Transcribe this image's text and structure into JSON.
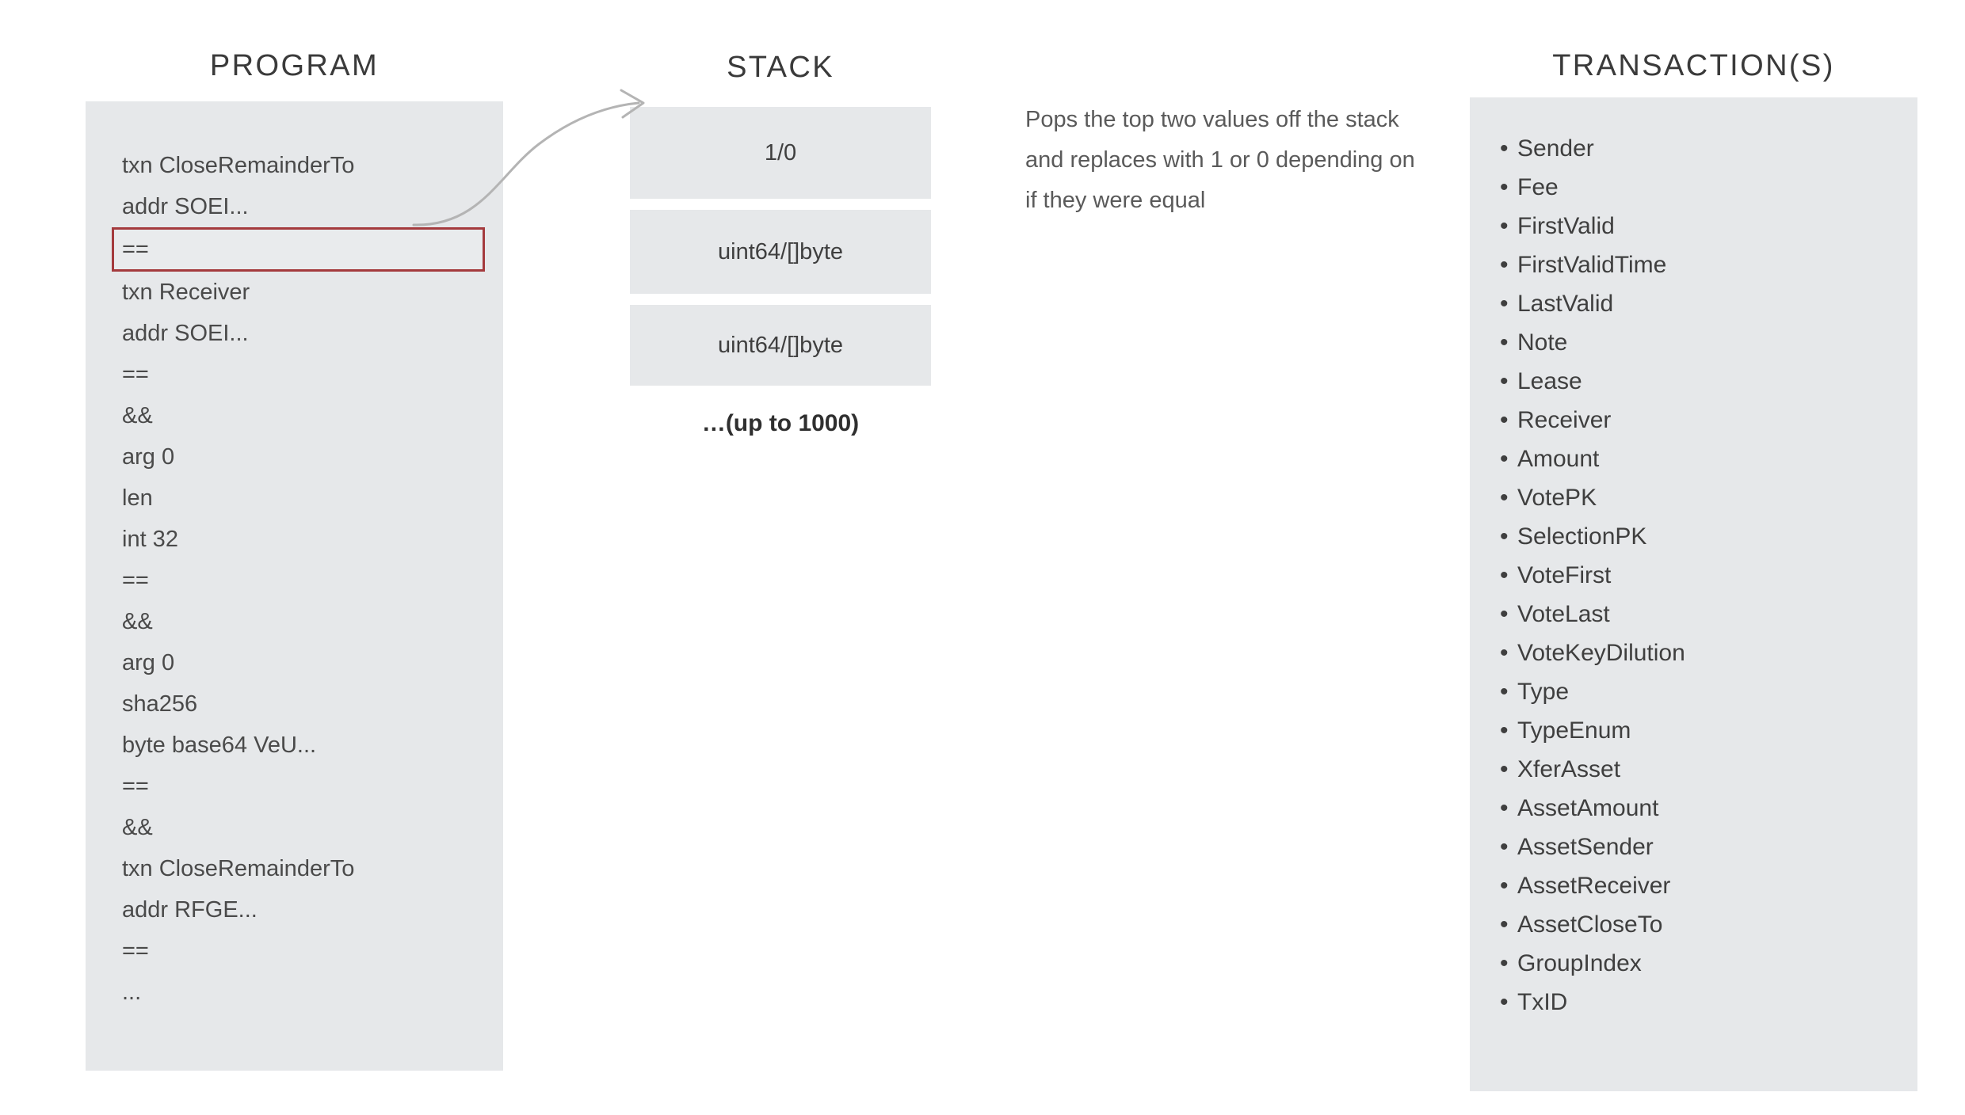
{
  "columns": {
    "program": {
      "title": "PROGRAM",
      "instructions": [
        {
          "text": "txn CloseRemainderTo",
          "highlighted": false
        },
        {
          "text": "addr SOEI...",
          "highlighted": false
        },
        {
          "text": "==",
          "highlighted": true
        },
        {
          "text": "txn Receiver",
          "highlighted": false
        },
        {
          "text": "addr SOEI...",
          "highlighted": false
        },
        {
          "text": "==",
          "highlighted": false
        },
        {
          "text": "&&",
          "highlighted": false
        },
        {
          "text": "arg 0",
          "highlighted": false
        },
        {
          "text": "len",
          "highlighted": false
        },
        {
          "text": "int 32",
          "highlighted": false
        },
        {
          "text": "==",
          "highlighted": false
        },
        {
          "text": "&&",
          "highlighted": false
        },
        {
          "text": "arg 0",
          "highlighted": false
        },
        {
          "text": "sha256",
          "highlighted": false
        },
        {
          "text": "byte base64 VeU...",
          "highlighted": false
        },
        {
          "text": "==",
          "highlighted": false
        },
        {
          "text": "&&",
          "highlighted": false
        },
        {
          "text": "txn CloseRemainderTo",
          "highlighted": false
        },
        {
          "text": "addr RFGE...",
          "highlighted": false
        },
        {
          "text": "==",
          "highlighted": false
        },
        {
          "text": "...",
          "highlighted": false
        }
      ]
    },
    "stack": {
      "title": "STACK",
      "cells": [
        "1/0",
        "uint64/[]byte",
        "uint64/[]byte"
      ],
      "overflow_label": "…(up to 1000)"
    },
    "transactions": {
      "title": "TRANSACTION(S)",
      "bullet": "•",
      "fields": [
        "Sender",
        "Fee",
        "FirstValid",
        "FirstValidTime",
        "LastValid",
        "Note",
        "Lease",
        "Receiver",
        "Amount",
        "VotePK",
        "SelectionPK",
        "VoteFirst",
        "VoteLast",
        "VoteKeyDilution",
        "Type",
        "TypeEnum",
        "XferAsset",
        "AssetAmount",
        "AssetSender",
        "AssetReceiver",
        "AssetCloseTo",
        "GroupIndex",
        "TxID"
      ]
    }
  },
  "annotation": {
    "text": "Pops the top two values off the stack and replaces with 1 or 0 depending on if they were equal"
  },
  "colors": {
    "panel_background": "#e6e8ea",
    "page_background": "#ffffff",
    "highlight_border": "#a43a3d",
    "arrow": "#b4b4b4",
    "text_primary": "#3f3f3f",
    "text_secondary": "#5a5a5a"
  }
}
